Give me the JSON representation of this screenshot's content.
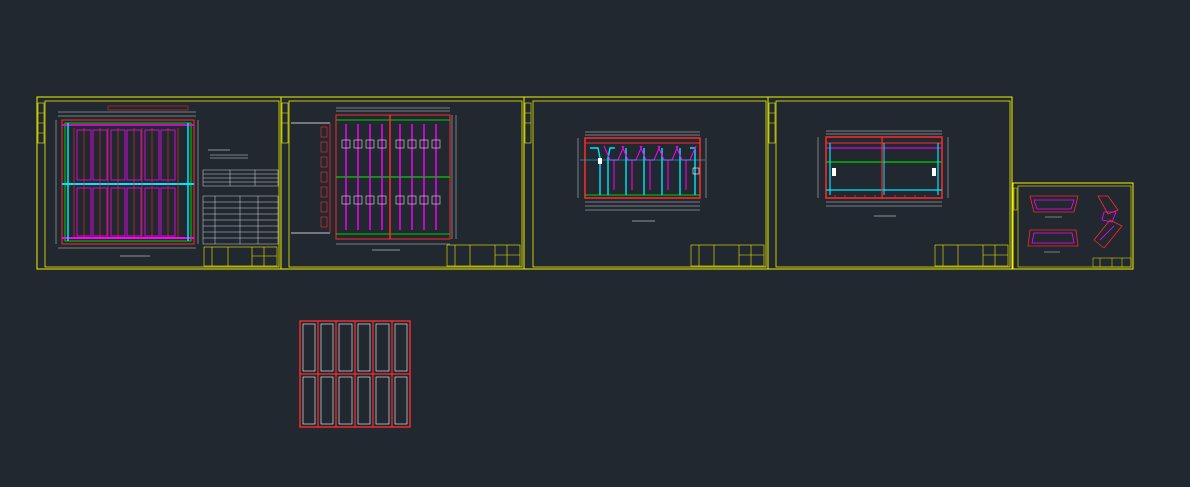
{
  "viewport": {
    "background": "#212830",
    "description_color_keys": {
      "sheet_frame": "#f2f200",
      "red_line": "#ff2a2a",
      "magenta_line": "#ff00ff",
      "cyan_line": "#00e5ff",
      "green_line": "#00d000",
      "white_line": "#ffffff"
    }
  },
  "sheets": [
    {
      "name": "sheet-1-plan-view"
    },
    {
      "name": "sheet-2-pipe-plan"
    },
    {
      "name": "sheet-3-section-a"
    },
    {
      "name": "sheet-4-section-b"
    },
    {
      "name": "sheet-5-details"
    }
  ],
  "loose_drawing": {
    "name": "grid-frame-drawing",
    "rows": 2,
    "cols": 6
  }
}
